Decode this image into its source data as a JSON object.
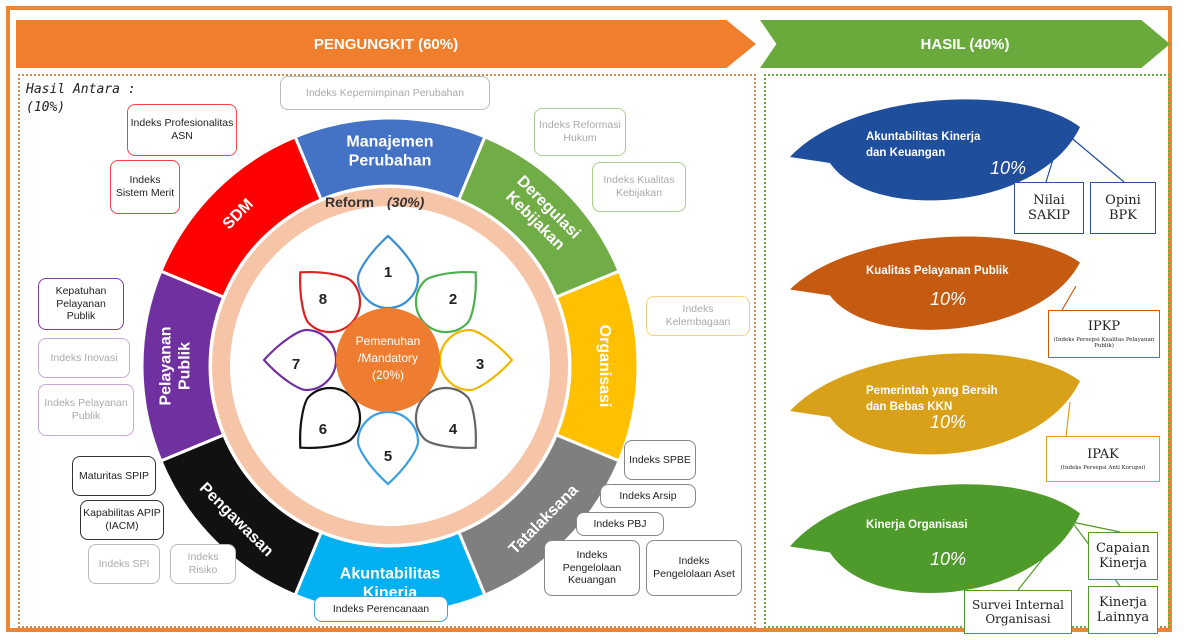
{
  "banner": {
    "left": "PENGUNGKIT (60%)",
    "right": "HASIL (40%)"
  },
  "note": {
    "line1": "Hasil Antara :",
    "line2": "(10%)"
  },
  "wheel": {
    "reform_label": "Reform",
    "reform_pct": "(30%)",
    "center_line1": "Pemenuhan",
    "center_line2": "/Mandatory",
    "center_line3": "(20%)",
    "petals": [
      "1",
      "2",
      "3",
      "4",
      "5",
      "6",
      "7",
      "8"
    ],
    "segments": {
      "manajemen": [
        "Manajemen",
        "Perubahan"
      ],
      "deregulasi": [
        "Deregulasi",
        "Kebijakan"
      ],
      "organisasi": [
        "Organisasi"
      ],
      "tatalaksana": [
        "Tatalaksana"
      ],
      "akuntabilitas": [
        "Akuntabilitas",
        "Kinerja"
      ],
      "pengawasan": [
        "Pengawasan"
      ],
      "pelayanan": [
        "Pelayanan",
        "Publik"
      ],
      "sdm": [
        "SDM"
      ]
    },
    "colors": {
      "manajemen": "#4472c4",
      "deregulasi": "#70ad47",
      "organisasi": "#ffc000",
      "tatalaksana": "#7f7f7f",
      "akuntabilitas": "#00b0f0",
      "pengawasan": "#111111",
      "pelayanan": "#7030a0",
      "sdm": "#ff0000",
      "ring": "#f6c4a6",
      "center": "#ee7d31"
    }
  },
  "indices": {
    "profesionalitas": "Indeks Profesionalitas ASN",
    "sistem_merit": "Indeks Sistem Merit",
    "kepemimpinan": "Indeks Kepemimpinan Perubahan",
    "reformasi_hukum": "Indeks Reformasi Hukum",
    "kualitas_kebijakan": "Indeks Kualitas Kebijakan",
    "kelembagaan": "Indeks Kelembagaan",
    "kepatuhan": "Kepatuhan Pelayanan Publik",
    "inovasi": "Indeks Inovasi",
    "pelayanan_publik": "Indeks Pelayanan Publik",
    "maturitas": "Maturitas SPIP",
    "kapabilitas": "Kapabilitas APIP (IACM)",
    "spi": "Indeks SPI",
    "risiko": "Indeks Risiko",
    "spbe": "Indeks SPBE",
    "arsip": "Indeks Arsip",
    "pbj": "Indeks PBJ",
    "pengelolaan_keuangan": "Indeks Pengelolaan Keuangan",
    "pengelolaan_aset": "Indeks Pengelolaan Aset",
    "perencanaan": "Indeks Perencanaan"
  },
  "outcomes": [
    {
      "title": "Akuntabilitas Kinerja dan Keuangan",
      "pct": "10%",
      "color": "#1f4e9c"
    },
    {
      "title": "Kualitas Pelayanan Publik",
      "pct": "10%",
      "color": "#c55a11"
    },
    {
      "title": "Pemerintah yang Bersih dan Bebas KKN",
      "pct": "10%",
      "color": "#d9a11a"
    },
    {
      "title": "Kinerja Organisasi",
      "pct": "10%",
      "color": "#4e9a2a"
    }
  ],
  "results": {
    "sakip": "Nilai SAKIP",
    "bpk": "Opini BPK",
    "ipkp": "IPKP",
    "ipkp_sub": "(Indeks Persepsi Kualitas Pelayanan Publik)",
    "ipak": "IPAK",
    "ipak_sub": "(Indeks Persepsi Anti Korupsi)",
    "capaian": "Capaian Kinerja",
    "survei": "Survei Internal Organisasi",
    "kinerja_lain": "Kinerja Lainnya"
  }
}
